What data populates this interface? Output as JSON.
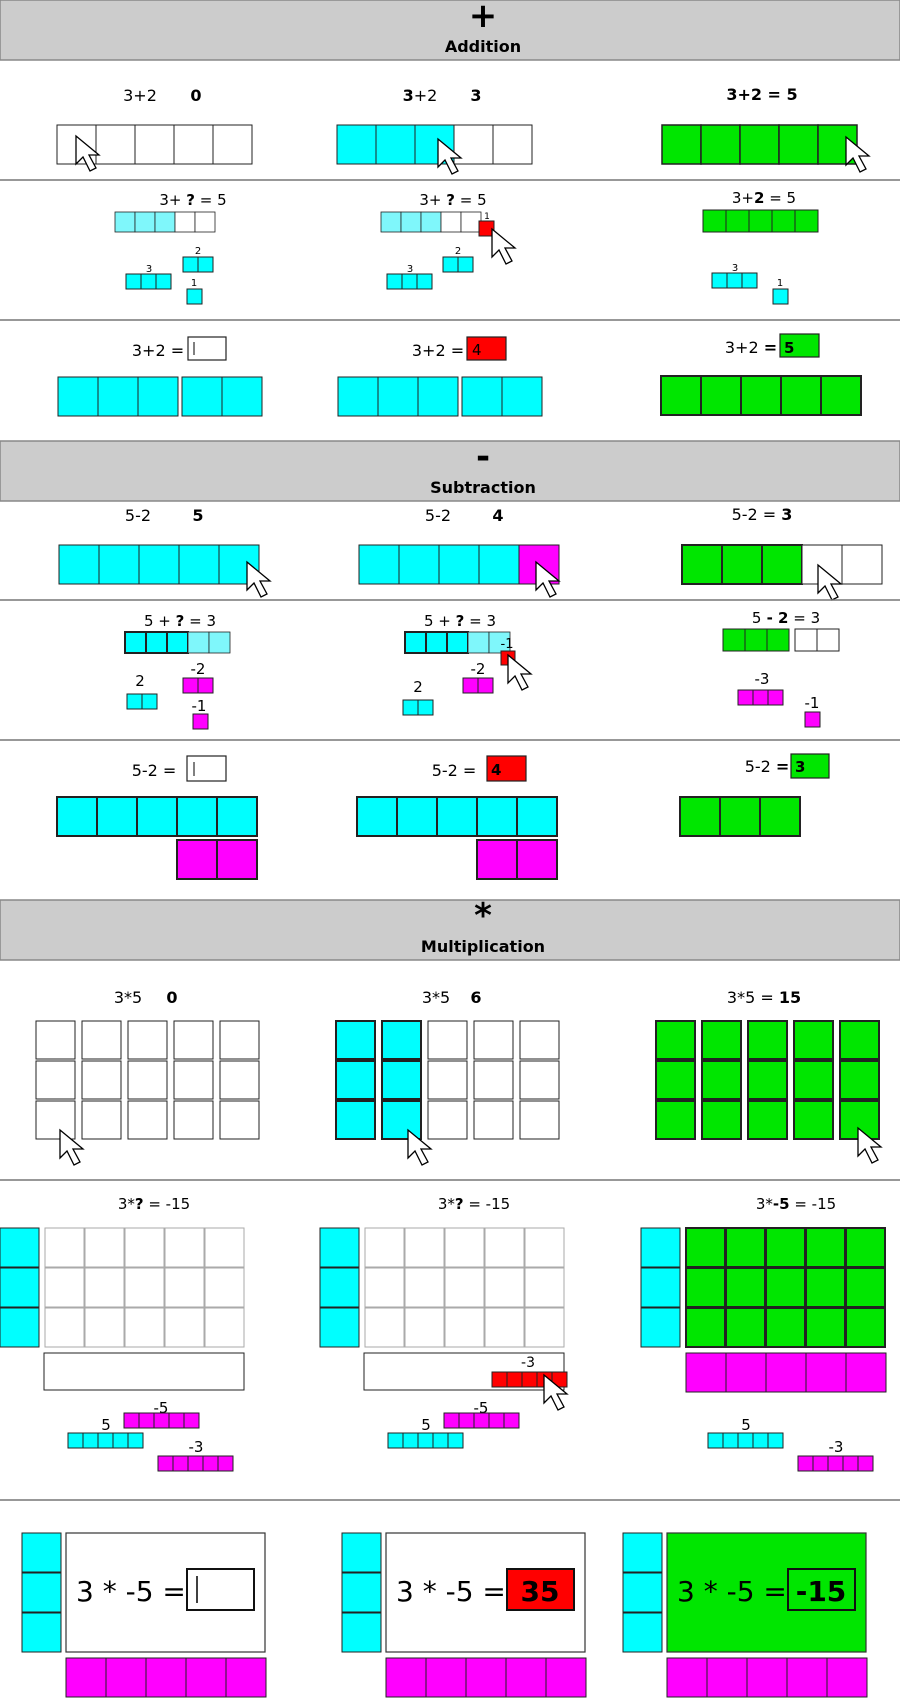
{
  "colors": {
    "header_bg": "#cccccc",
    "empty": "#ffffff",
    "cyan": "#00ffff",
    "faded_cyan": "#7ff7fb",
    "green": "#00e600",
    "magenta": "#ff00ff",
    "red": "#ff0000"
  },
  "sections": {
    "addition": {
      "symbol": "+",
      "title": "Addition",
      "row1": [
        {
          "pre": "3+2",
          "val": "0"
        },
        {
          "pre_bold": "3",
          "pre": "+2",
          "val": "3"
        },
        {
          "eq": "3+2 = 5"
        }
      ],
      "row2": {
        "eq_a": "3+ ? = 5",
        "eq_b": "3+ ? = 5",
        "eq_c_pre": "3+",
        "eq_c_bold": "2",
        "eq_c_post": " = 5",
        "label_3": "3",
        "label_2": "2",
        "label_1": "1"
      },
      "row3": {
        "eq": "3+2 =",
        "wrong": "4",
        "right": "5"
      }
    },
    "subtraction": {
      "symbol": "-",
      "title": "Subtraction",
      "row1": [
        {
          "pre": "5-2",
          "val": "5"
        },
        {
          "pre": "5-2",
          "val": "4"
        },
        {
          "pre": "5-2 = ",
          "val": "3"
        }
      ],
      "row2": {
        "eq_a": "5 + ? = 3",
        "eq_b": "5 + ? = 3",
        "eq_c_pre": "5",
        "eq_c_bold": " - 2",
        "eq_c_post": " = 3",
        "label_2": "2",
        "label_m2": "-2",
        "label_m1": "-1",
        "label_m3": "-3"
      },
      "row3": {
        "eq": "5-2 =",
        "wrong": "4",
        "right": "3"
      }
    },
    "multiplication": {
      "symbol": "*",
      "title": "Multiplication",
      "row1": [
        {
          "pre": "3*5",
          "val": "0"
        },
        {
          "pre": "3*5",
          "val": "6"
        },
        {
          "pre": "3*5 = ",
          "val": "15"
        }
      ],
      "row2": {
        "eq_a": "3*? = -15",
        "eq_c_pre": "3*",
        "eq_c_bold": "-5",
        "eq_c_post": " = -15",
        "label_m5": "-5",
        "label_5": "5",
        "label_m3": "-3"
      },
      "row3": {
        "eq": "3 * -5 =",
        "wrong": "35",
        "right": "-15"
      }
    }
  }
}
